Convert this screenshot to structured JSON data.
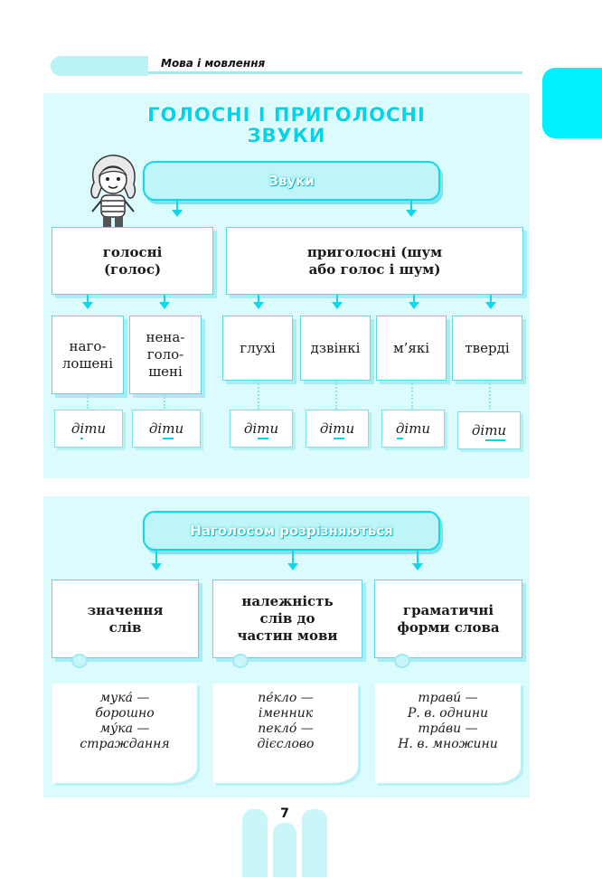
{
  "header": {
    "section": "Мова і мовлення"
  },
  "title": {
    "line1": "ГОЛОСНІ І ПРИГОЛОСНІ",
    "line2": "ЗВУКИ"
  },
  "sounds": {
    "root": "Звуки",
    "vowels": {
      "line1": "голосні",
      "line2": "(голос)"
    },
    "consonants": {
      "line1": "приголосні (шум",
      "line2": "або голос і шум)"
    },
    "vowel_types": [
      {
        "line1": "наго-",
        "line2": "лошені"
      },
      {
        "line1": "нена-",
        "line2": "голо-",
        "line3": "шені"
      }
    ],
    "consonant_types": [
      "глухі",
      "дзвінкі",
      "м’які",
      "тверді"
    ],
    "example_word": "діти",
    "examples": [
      {
        "pre": "д",
        "mark": "і",
        "post": "ти"
      },
      {
        "pre": "ді",
        "mark": "т",
        "post": "и"
      },
      {
        "pre": "ді",
        "mark": "т",
        "post": "и"
      },
      {
        "pre": "ді",
        "mark": "т",
        "post": "и"
      },
      {
        "pre": "",
        "mark": "д",
        "post": "іти"
      },
      {
        "pre": "ді",
        "mark": "ти",
        "post": ""
      }
    ]
  },
  "stress": {
    "root": "Наголосом розрізняються",
    "categories": [
      {
        "line1": "значення",
        "line2": "слів"
      },
      {
        "line1": "належність",
        "line2": "слів до",
        "line3": "частин мови"
      },
      {
        "line1": "граматичні",
        "line2": "форми слова"
      }
    ],
    "notes": [
      {
        "l1": "мука́ —",
        "l2": "борошно",
        "l3": "му́ка —",
        "l4": "страждання"
      },
      {
        "l1": "пе́кло —",
        "l2": "іменник",
        "l3": "пекло́ —",
        "l4": "дієслово"
      },
      {
        "l1": "трави́ —",
        "l2": "Р. в. однини",
        "l3": "тра́ви —",
        "l4": "Н. в. множини"
      }
    ]
  },
  "page_number": "7",
  "colors": {
    "accent": "#00d4e8",
    "panel": "#dcfbfd",
    "tab": "#00f0ff"
  }
}
